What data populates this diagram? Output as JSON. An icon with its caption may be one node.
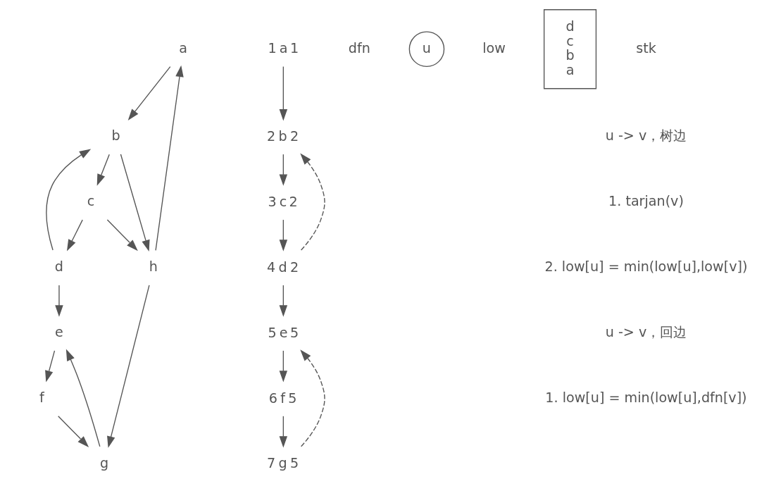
{
  "diagram": {
    "nodes": [
      {
        "text": [
          "a"
        ]
      },
      {
        "text": [
          "b"
        ]
      },
      {
        "text": [
          "c"
        ]
      },
      {
        "text": [
          "d"
        ]
      },
      {
        "text": [
          "e"
        ]
      },
      {
        "text": [
          "f"
        ]
      },
      {
        "text": [
          "g"
        ]
      },
      {
        "text": [
          "h"
        ]
      },
      {
        "text": [
          "a"
        ],
        "beside": [
          "1",
          "1"
        ]
      },
      {
        "text": [
          "b"
        ],
        "beside": [
          "2",
          "2"
        ]
      },
      {
        "text": [
          "c"
        ],
        "beside": [
          "3",
          "2"
        ]
      },
      {
        "text": [
          "d"
        ],
        "beside": [
          "4",
          "2"
        ]
      },
      {
        "text": [
          "e"
        ],
        "beside": [
          "5",
          "5"
        ]
      },
      {
        "text": [
          "f"
        ],
        "beside": [
          "6",
          "5"
        ]
      },
      {
        "text": [
          "g"
        ],
        "beside": [
          "7",
          "5"
        ]
      },
      {
        "text": [
          "u"
        ],
        "beside": [
          "dfn",
          "low"
        ]
      },
      {
        "text": [
          "d",
          "c",
          "b",
          "a"
        ],
        "beside": [
          "stk"
        ]
      }
    ],
    "edges": [
      {
        "from": 0,
        "to": 1,
        "arrow": "to"
      },
      {
        "from": 1,
        "to": 2,
        "arrow": "to"
      },
      {
        "from": 1,
        "to": 7,
        "arrow": "to"
      },
      {
        "from": 2,
        "to": 7,
        "arrow": "to"
      },
      {
        "from": 2,
        "to": 3,
        "arrow": "to"
      },
      {
        "from": 3,
        "to": 1,
        "arrow": "to"
      },
      {
        "from": 3,
        "to": 4,
        "arrow": "to"
      },
      {
        "from": 4,
        "to": 5,
        "arrow": "to"
      },
      {
        "from": 7,
        "to": 6,
        "arrow": "to"
      },
      {
        "from": 6,
        "to": 4,
        "arrow": "to"
      },
      {
        "from": 5,
        "to": 6,
        "arrow": "to"
      },
      {
        "from": 7,
        "to": 0,
        "arrow": "to"
      },
      {
        "from": 8,
        "to": 9,
        "arrow": "to"
      },
      {
        "from": 9,
        "to": 10,
        "arrow": "to"
      },
      {
        "from": 10,
        "to": 11,
        "arrow": "to"
      },
      {
        "from": 11,
        "to": 12,
        "arrow": "to"
      },
      {
        "from": 12,
        "to": 13,
        "arrow": "to"
      },
      {
        "from": 13,
        "to": 14,
        "arrow": "to"
      },
      {
        "from": 11,
        "to": 9,
        "arrow": "to",
        "style": "dashed"
      },
      {
        "from": 14,
        "to": 12,
        "arrow": "to",
        "style": "dashed"
      }
    ],
    "labels": [
      "u -> v，树边",
      "1. tarjan(v)",
      "2. low[u] = min(low[u],low[v])",
      "u -> v，回边",
      "1. low[u] = min(low[u],dfn[v])"
    ]
  }
}
